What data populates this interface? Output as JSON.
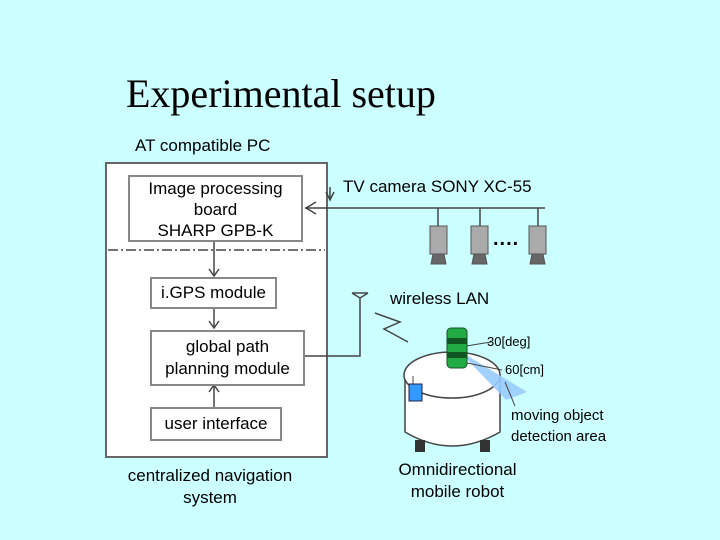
{
  "title": "Experimental setup",
  "pc": {
    "label": "AT compatible PC",
    "image_board": [
      "Image processing",
      "board",
      "SHARP GPB-K"
    ],
    "igps": "i.GPS module",
    "planner": [
      "global path",
      "planning module"
    ],
    "ui": "user interface",
    "caption": [
      "centralized navigation",
      "system"
    ]
  },
  "camera": {
    "label": "TV camera SONY XC-55",
    "ellipsis": "...."
  },
  "wireless": {
    "label": "wireless LAN"
  },
  "robot": {
    "angle": "30[deg]",
    "range": "60[cm]",
    "detection": [
      "moving object",
      "detection area"
    ],
    "caption": [
      "Omnidirectional",
      "mobile robot"
    ]
  },
  "colors": {
    "background": "#ccffff",
    "box_fill": "#ffffff",
    "box_border": "#888888",
    "sensor": "#22aa44",
    "beam": "#99ccff",
    "camera": "#999999"
  }
}
